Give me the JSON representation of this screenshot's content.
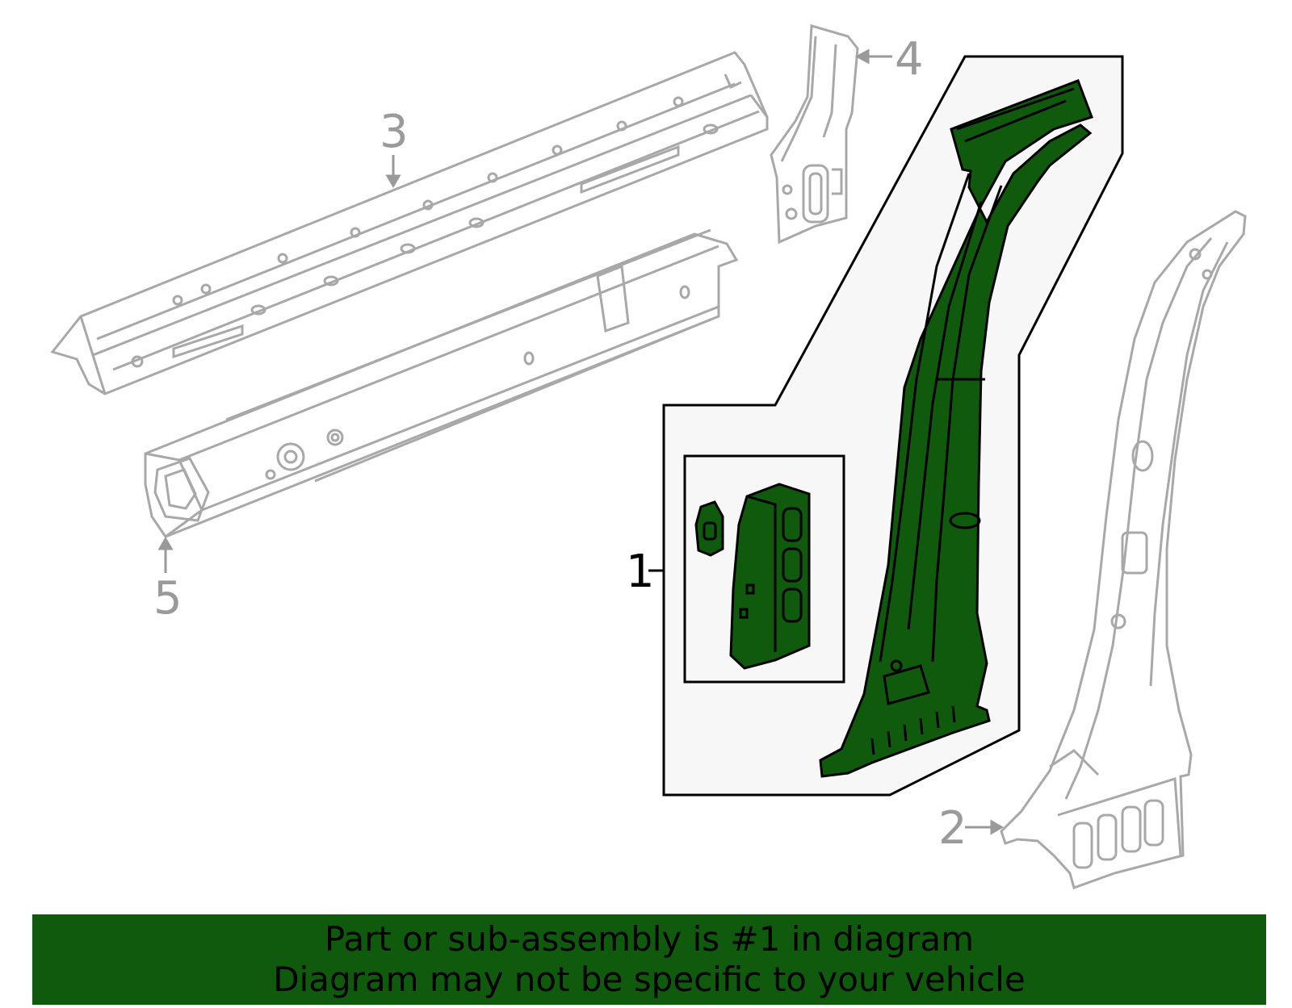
{
  "callouts": {
    "c1": "1",
    "c2": "2",
    "c3": "3",
    "c4": "4",
    "c5": "5"
  },
  "banner": {
    "line1": "Part or sub-assembly is #1 in diagram",
    "line2": "Diagram may not be specific to your vehicle"
  },
  "colors": {
    "highlight_part": "#0f5a0c",
    "other_parts": "#a8a8a8",
    "panel_background": "#f7f7f7"
  },
  "icons": [
    "rocker-rail-outer",
    "rocker-rail-inner",
    "upper-bracket",
    "center-pillar-assembly",
    "pillar-reinforcement",
    "pillar-bracket",
    "outer-pillar-panel"
  ]
}
